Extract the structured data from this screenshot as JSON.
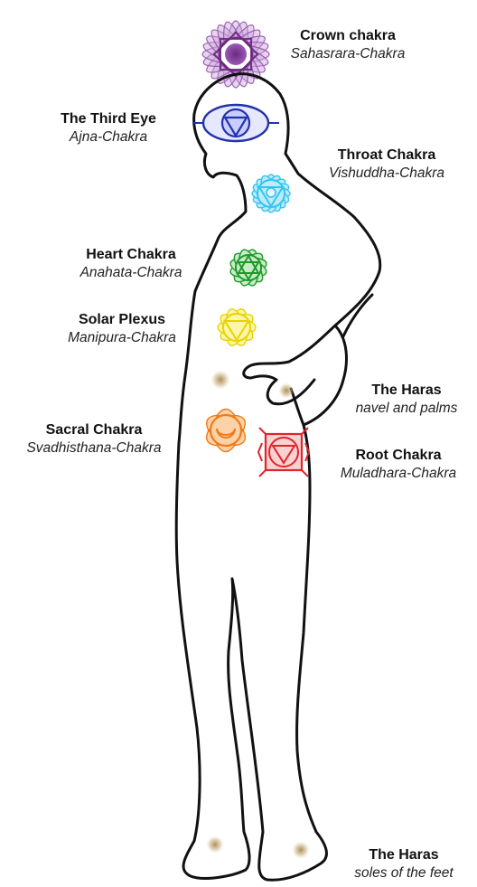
{
  "labels": {
    "crown": {
      "name": "Crown chakra",
      "sub": "Sahasrara-Chakra"
    },
    "third_eye": {
      "name": "The Third Eye",
      "sub": "Ajna-Chakra"
    },
    "throat": {
      "name": "Throat Chakra",
      "sub": "Vishuddha-Chakra"
    },
    "heart": {
      "name": "Heart Chakra",
      "sub": "Anahata-Chakra"
    },
    "solar": {
      "name": "Solar Plexus",
      "sub": "Manipura-Chakra"
    },
    "haras_navel": {
      "name": "The Haras",
      "sub": "navel and palms"
    },
    "sacral": {
      "name": "Sacral Chakra",
      "sub": "Svadhisthana-Chakra"
    },
    "root": {
      "name": "Root Chakra",
      "sub": "Muladhara-Chakra"
    },
    "haras_feet": {
      "name": "The Haras",
      "sub": "soles of the feet"
    }
  },
  "colors": {
    "crown": "#9b59b6",
    "third_eye": "#2233aa",
    "throat": "#33c4f0",
    "heart": "#1f9a2a",
    "solar": "#f2e200",
    "sacral": "#f07a1a",
    "root": "#e0242a",
    "haras": "#a9874a",
    "outline": "#111111"
  }
}
